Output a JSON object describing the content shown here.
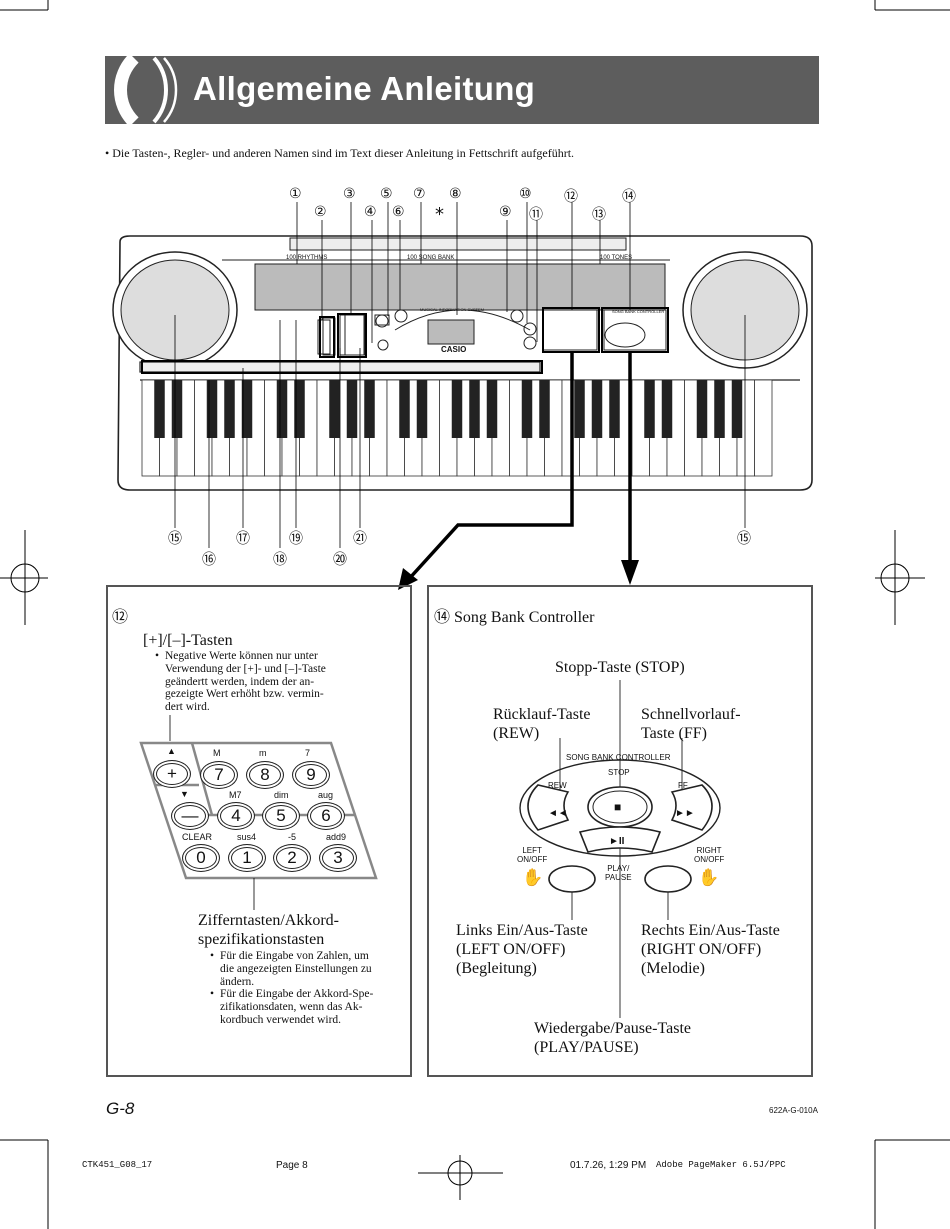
{
  "header": {
    "title": "Allgemeine Anleitung"
  },
  "intro_note": "Die Tasten-, Regler- und anderen Namen sind im Text dieser Anleitung in Fettschrift aufgeführt.",
  "keyboard": {
    "top_callouts": [
      "①",
      "②",
      "③",
      "④",
      "⑤",
      "⑥",
      "⑦",
      "⑧",
      "⑨",
      "⑩",
      "⑪",
      "⑫",
      "⑬",
      "⑭"
    ],
    "asterisk": "*",
    "bottom_callouts": [
      "⑮",
      "⑯",
      "⑰",
      "⑱",
      "⑲",
      "⑳",
      "㉑",
      "⑮"
    ],
    "panel_labels": {
      "rhythms": "100 RHYTHMS",
      "song_bank": "100 SONG BANK",
      "tones": "100 TONES",
      "brand": "CASIO",
      "info": "MUSICAL INFORMATION SYSTEM",
      "controller": "SONG BANK CONTROLLER"
    }
  },
  "box12": {
    "badge": "⑫",
    "heading": "[+]/[–]-Tasten",
    "note_lines": [
      "Negative Werte können nur unter",
      "Verwendung der [+]- und [–]-Taste",
      "geändertt werden, indem der an-",
      "gezeigte Wert erhöht bzw. vermin-",
      "dert wird."
    ],
    "keypad": {
      "up_arrow": "▲",
      "down_arrow": "▼",
      "plus": "+",
      "minus": "—",
      "row1_top": [
        "M",
        "m",
        "7"
      ],
      "row1_keys": [
        "7",
        "8",
        "9"
      ],
      "row2_top": [
        "M7",
        "dim",
        "aug"
      ],
      "row2_keys": [
        "4",
        "5",
        "6"
      ],
      "row3_top": [
        "CLEAR",
        "sus4",
        "-5",
        "add9"
      ],
      "row3_keys": [
        "0",
        "1",
        "2",
        "3"
      ]
    },
    "digits_heading_lines": [
      "Zifferntasten/Akkord-",
      "spezifikationstasten"
    ],
    "digits_bullets": [
      [
        "Für die Eingabe von Zahlen, um",
        "die angezeigten Einstellungen zu",
        "ändern."
      ],
      [
        "Für die Eingabe der Akkord-Spe-",
        "zifikationsdaten, wenn das Ak-",
        "kordbuch verwendet wird."
      ]
    ]
  },
  "box14": {
    "badge": "⑭",
    "title": "Song Bank Controller",
    "stop_label": "Stopp-Taste (STOP)",
    "rew_label_lines": [
      "Rücklauf-Taste",
      "(REW)"
    ],
    "ff_label_lines": [
      "Schnellvorlauf-",
      "Taste (FF)"
    ],
    "panel": {
      "title": "SONG BANK CONTROLLER",
      "stop": "STOP",
      "rew": "REW",
      "ff": "FF",
      "left_onoff": [
        "LEFT",
        "ON/OFF"
      ],
      "right_onoff": [
        "RIGHT",
        "ON/OFF"
      ],
      "play_pause": [
        "PLAY/",
        "PAUSE"
      ],
      "stop_symbol": "■",
      "rew_symbol": "◄◄",
      "ff_symbol": "►►",
      "play_symbol": "►II"
    },
    "left_label_lines": [
      "Links Ein/Aus-Taste",
      "(LEFT ON/OFF)",
      "(Begleitung)"
    ],
    "right_label_lines": [
      "Rechts Ein/Aus-Taste",
      "(RIGHT ON/OFF)",
      "(Melodie)"
    ],
    "play_label_lines": [
      "Wiedergabe/Pause-Taste",
      "(PLAY/PAUSE)"
    ]
  },
  "footer": {
    "page_label": "G-8",
    "code": "622A-G-010A",
    "file": "CTK451_G08_17",
    "page": "Page 8",
    "date": "01.7.26, 1:29 PM",
    "app": "Adobe PageMaker 6.5J/PPC"
  }
}
